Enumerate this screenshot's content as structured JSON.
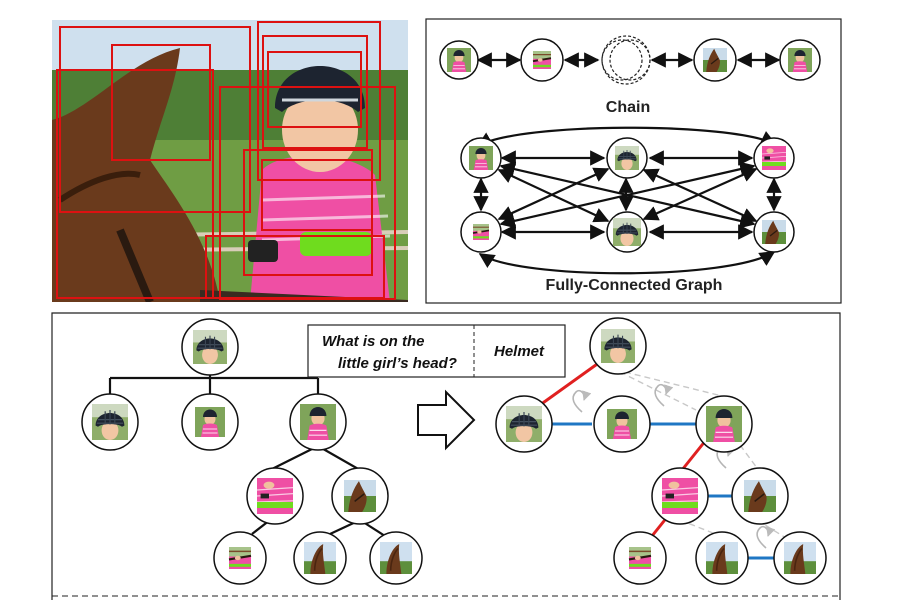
{
  "labels": {
    "chain": "Chain",
    "fully_connected": "Fully-Connected Graph"
  },
  "question": {
    "line1": "What is on the",
    "line2": "little girl’s head?",
    "answer": "Helmet"
  },
  "colors": {
    "box_red": "#dd1111",
    "tree_edge_red": "#e02020",
    "tree_edge_blue": "#1f77c4",
    "dashed_gray": "#c8c8c8",
    "sky": "#d9e7f2",
    "grass": "#4f8a2e",
    "helmet": "#1d2430",
    "shirt_pink": "#ef4fa4",
    "ribbon_green": "#6fdc1e",
    "horse_brown": "#6a3a1c"
  },
  "node_patches": {
    "helmet": "helmet-face-patch",
    "girl": "girl-torso-patch",
    "horse_ear": "horse-ear-patch",
    "rein": "hands-reins-patch",
    "girl_dress": "pink-dress-patch",
    "horse_head": "horse-head-patch"
  }
}
